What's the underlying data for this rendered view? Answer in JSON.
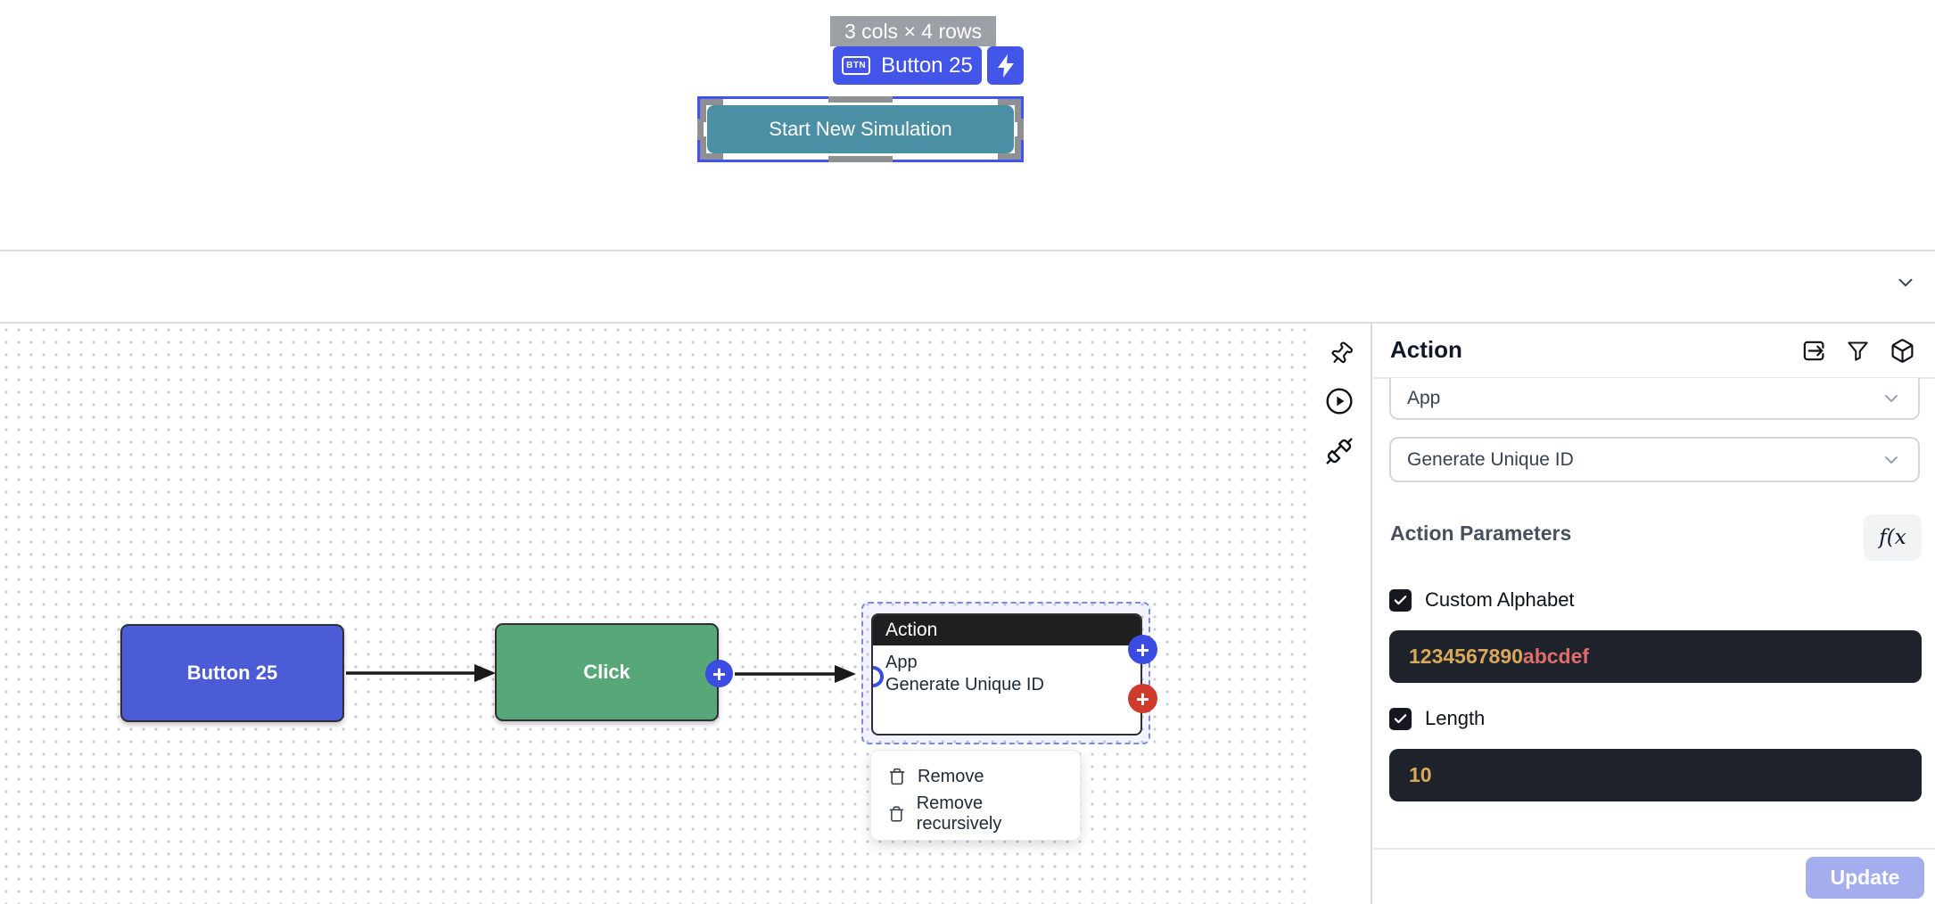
{
  "colors": {
    "accent_blue": "#4355e9",
    "selection_border": "#4352ee",
    "node_blue": "#4c5cd6",
    "node_green": "#57a779",
    "teal_button": "#4b8fa5",
    "plus_blue": "#3c4be2",
    "plus_red": "#ce3b2d",
    "node_header_black": "#1f1f1f",
    "dark_input_bg": "#1d222b",
    "digits_gold": "#d9a959",
    "letters_red": "#e06c6c",
    "update_button": "#a4adee",
    "selection_dashed": "#7b86f2"
  },
  "form_builder": {
    "size_tooltip": "3 cols × 4 rows",
    "widget_button": {
      "badge": "BTN",
      "label": "Button 25"
    },
    "selected_button_label": "Start New Simulation"
  },
  "canvas": {
    "nodes": {
      "button": {
        "label": "Button 25"
      },
      "click": {
        "label": "Click"
      },
      "action": {
        "header": "Action",
        "line1": "App",
        "line2": "Generate Unique ID"
      }
    },
    "plus_glyph": "+",
    "context_menu": {
      "items": [
        {
          "label": "Remove"
        },
        {
          "label": "Remove recursively"
        }
      ]
    }
  },
  "inspector": {
    "title": "Action",
    "app_select": {
      "value": "App"
    },
    "action_select": {
      "value": "Generate Unique ID"
    },
    "parameters_title": "Action Parameters",
    "fx_button_label": "f(x",
    "custom_alphabet": {
      "label": "Custom Alphabet",
      "checked": true,
      "value_digits": "1234567890",
      "value_letters": "abcdef"
    },
    "length": {
      "label": "Length",
      "checked": true,
      "value": "10"
    },
    "update_button_label": "Update"
  }
}
